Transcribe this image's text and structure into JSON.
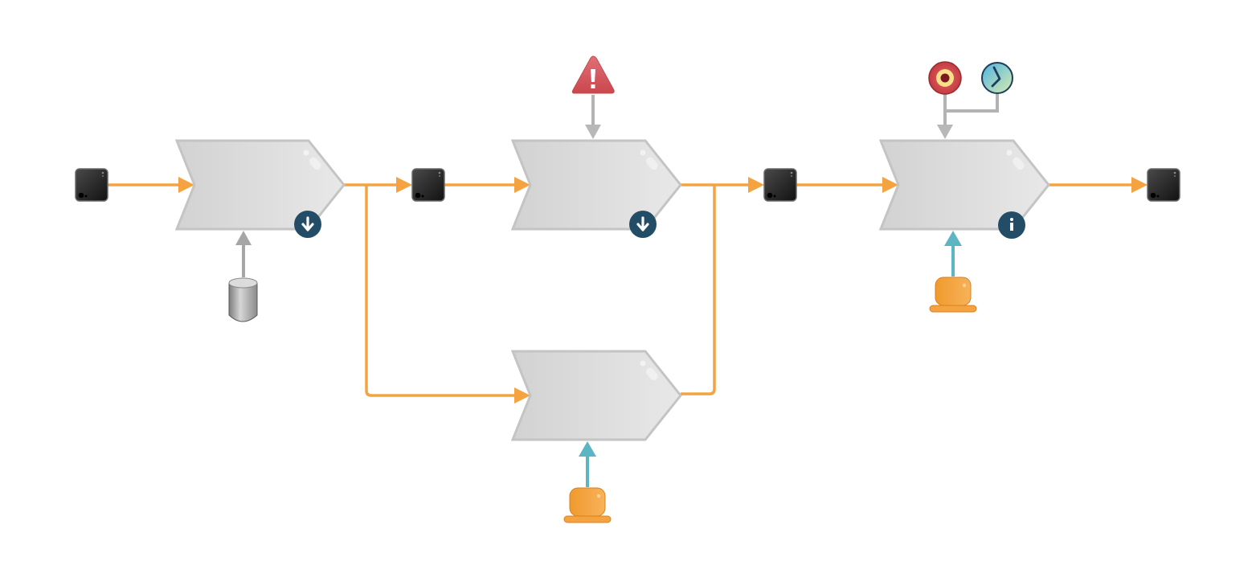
{
  "diagram": {
    "type": "process-flow",
    "colors": {
      "flow": "#f4a340",
      "resource_link": "#a6a6a6",
      "human_link": "#5bb5c2",
      "process_fill_light": "#e6e6e6",
      "process_fill_dark": "#cfcfcf",
      "process_stroke": "#bdbdbd",
      "event_fill": "#2b2b2b",
      "badge": "#234d66",
      "warning": "#d9545a",
      "human": "#f4a340"
    },
    "events": [
      {
        "id": "event-start",
        "icon": "event-square"
      },
      {
        "id": "event-2",
        "icon": "event-square"
      },
      {
        "id": "event-3",
        "icon": "event-square"
      },
      {
        "id": "event-end",
        "icon": "event-square"
      }
    ],
    "processes": [
      {
        "id": "process-1",
        "badge": "download-icon",
        "input": "database-icon"
      },
      {
        "id": "process-2",
        "badge": "download-icon",
        "input": "warning-icon"
      },
      {
        "id": "process-3",
        "badge": null,
        "input": "human-button-icon"
      },
      {
        "id": "process-4",
        "badge": "info-icon",
        "inputs": [
          "target-icon",
          "clock-icon",
          "human-button-icon"
        ]
      }
    ],
    "badge_glyphs": {
      "download": "↓",
      "info": "i",
      "warning": "!"
    }
  }
}
